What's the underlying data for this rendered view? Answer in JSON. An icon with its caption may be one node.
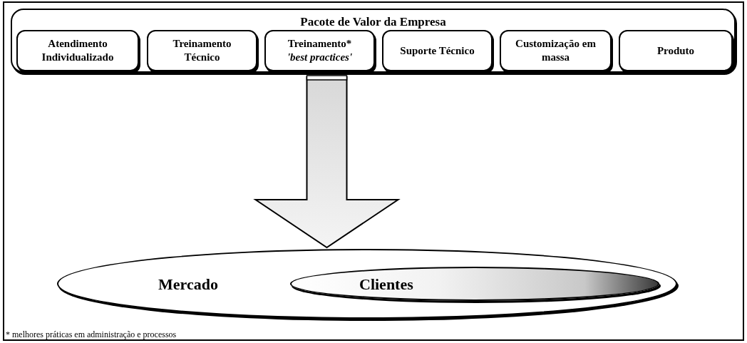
{
  "diagram": {
    "nodes": [
      {
        "text": [
          "Pacote de Valor da Empresa"
        ]
      },
      {
        "text": [
          "Atendimento Individualizado"
        ],
        "in": 0
      },
      {
        "text": [
          "Treinamento Técnico"
        ],
        "in": 0
      },
      {
        "text": [
          "Treinamento*",
          "*'best practices'*"
        ],
        "in": 0
      },
      {
        "text": [
          "Suporte Técnico"
        ],
        "in": 0
      },
      {
        "text": [
          "Customização em massa"
        ],
        "in": 0
      },
      {
        "text": [
          "Produto"
        ],
        "in": 0
      },
      {
        "text": [
          "Mercado"
        ]
      },
      {
        "text": [
          "Clientes"
        ],
        "in": 7
      }
    ],
    "edges": [
      {
        "from": 0,
        "to": 7,
        "arrow": "to",
        "style": "thick"
      }
    ],
    "labels": [
      "* melhores práticas em administração e processos"
    ]
  }
}
